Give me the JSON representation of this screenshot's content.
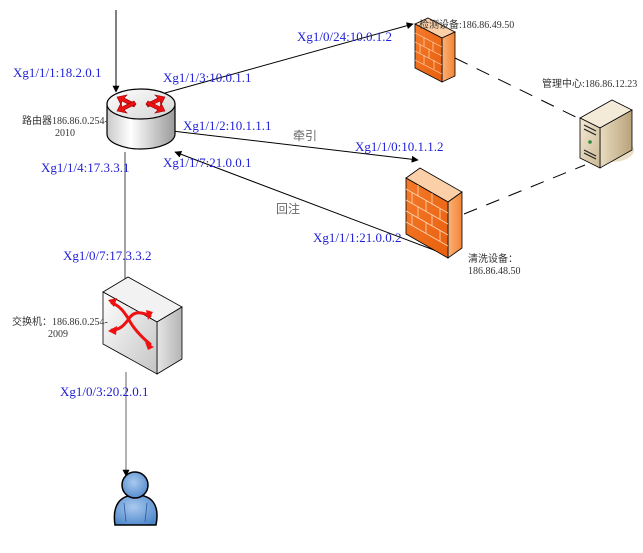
{
  "diagram": {
    "nodes": {
      "router": {
        "label_line1": "路由器186.86.0.254-",
        "label_line2": "2010",
        "icon": "router-icon"
      },
      "switch": {
        "label_line1": "交换机：186.86.0.254-",
        "label_line2": "2009",
        "icon": "switch-icon"
      },
      "detect_device": {
        "label": "检测设备:186.86.49.50",
        "icon": "firewall-icon"
      },
      "clean_device": {
        "label_line1": "清洗设备：",
        "label_line2": "186.86.48.50",
        "icon": "firewall-icon"
      },
      "mgmt_center": {
        "label": "管理中心:186.86.12.23",
        "icon": "server-icon"
      },
      "user": {
        "icon": "user-icon"
      }
    },
    "interfaces": {
      "r_xg111": "Xg1/1/1:18.2.0.1",
      "r_xg113": "Xg1/1/3:10.0.1.1",
      "r_xg112": "Xg1/1/2:10.1.1.1",
      "r_xg117": "Xg1/1/7:21.0.0.1",
      "r_xg114": "Xg1/1/4:17.3.3.1",
      "d_xg1024": "Xg1/0/24:10.0.1.2",
      "c_xg110": "Xg1/1/0:10.1.1.2",
      "c_xg111": "Xg1/1/1:21.0.0.2",
      "s_xg107": "Xg1/0/7:17.3.3.2",
      "s_xg103": "Xg1/0/3:20.2.0.1"
    },
    "link_labels": {
      "divert": "牵引",
      "reinject": "回注"
    }
  }
}
